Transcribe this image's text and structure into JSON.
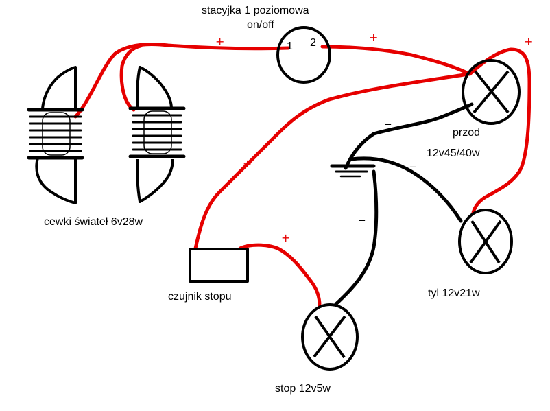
{
  "labels": {
    "switch_title": "stacyjka 1 poziomowa",
    "switch_subtitle": "on/off",
    "switch_pin1": "1",
    "switch_pin2": "2",
    "coils": "cewki świateł  6v28w",
    "front_lamp_name": "przod",
    "front_lamp_rating": "12v45/40w",
    "brake_sensor": "czujnik stopu",
    "rear_lamp": "tyl  12v21w",
    "stop_lamp": "stop  12v5w"
  },
  "signs": {
    "plus": "+",
    "minus": "_"
  },
  "colors": {
    "positive_wire": "#e60000",
    "negative_wire": "#000000",
    "background": "#ffffff"
  }
}
